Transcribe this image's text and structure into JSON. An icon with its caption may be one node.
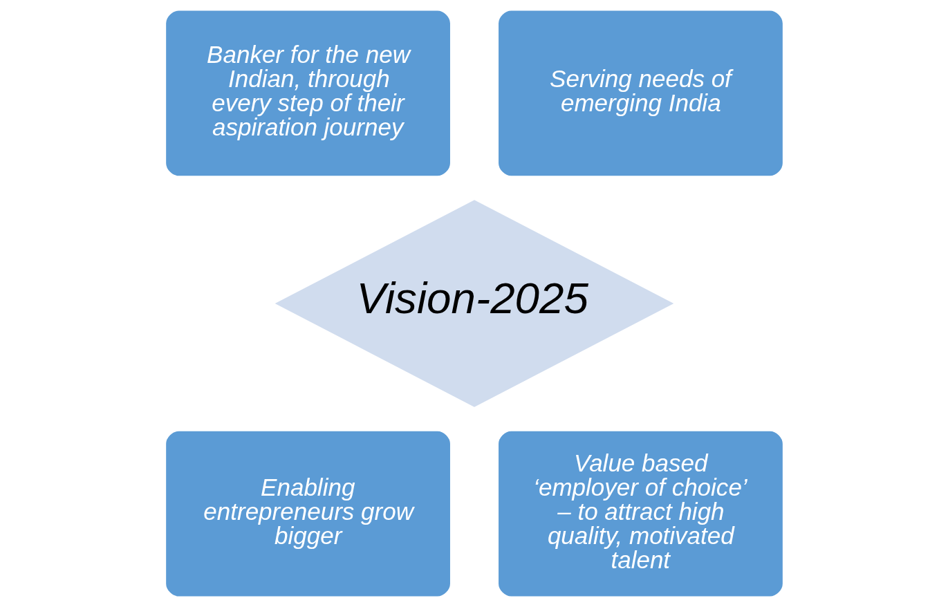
{
  "diagram": {
    "nodes": [
      {
        "text": [
          "Banker for the new Indian, through every step of their aspiration journey"
        ]
      },
      {
        "text": [
          "Serving needs of emerging India"
        ]
      },
      {
        "text": [
          "Vision-2025"
        ]
      },
      {
        "text": [
          "Enabling entrepreneurs grow bigger"
        ]
      },
      {
        "text": [
          "Value based ‘employer of choice’ – to attract high quality, motivated talent"
        ]
      }
    ],
    "edges": []
  }
}
